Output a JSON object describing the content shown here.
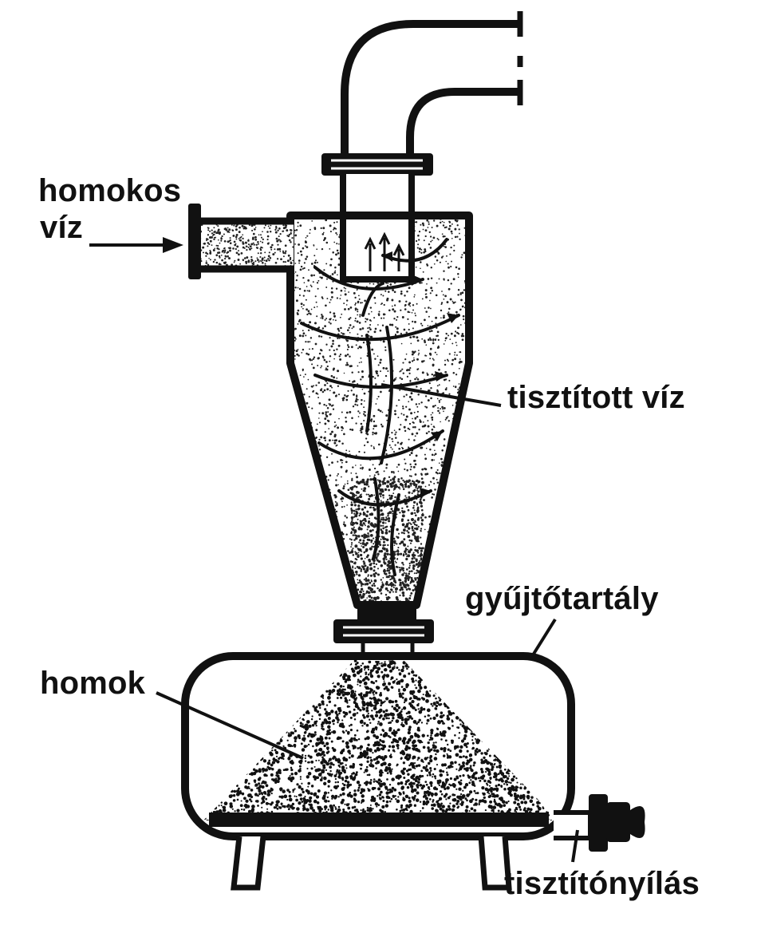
{
  "labels": {
    "inlet_line1": "homokos",
    "inlet_line2": "víz",
    "clean_water": "tisztított víz",
    "collector_tank": "gyűjtőtartály",
    "sand": "homok",
    "cleaning_opening": "tisztítónyílás"
  },
  "colors": {
    "ink": "#111111",
    "background": "#ffffff"
  }
}
